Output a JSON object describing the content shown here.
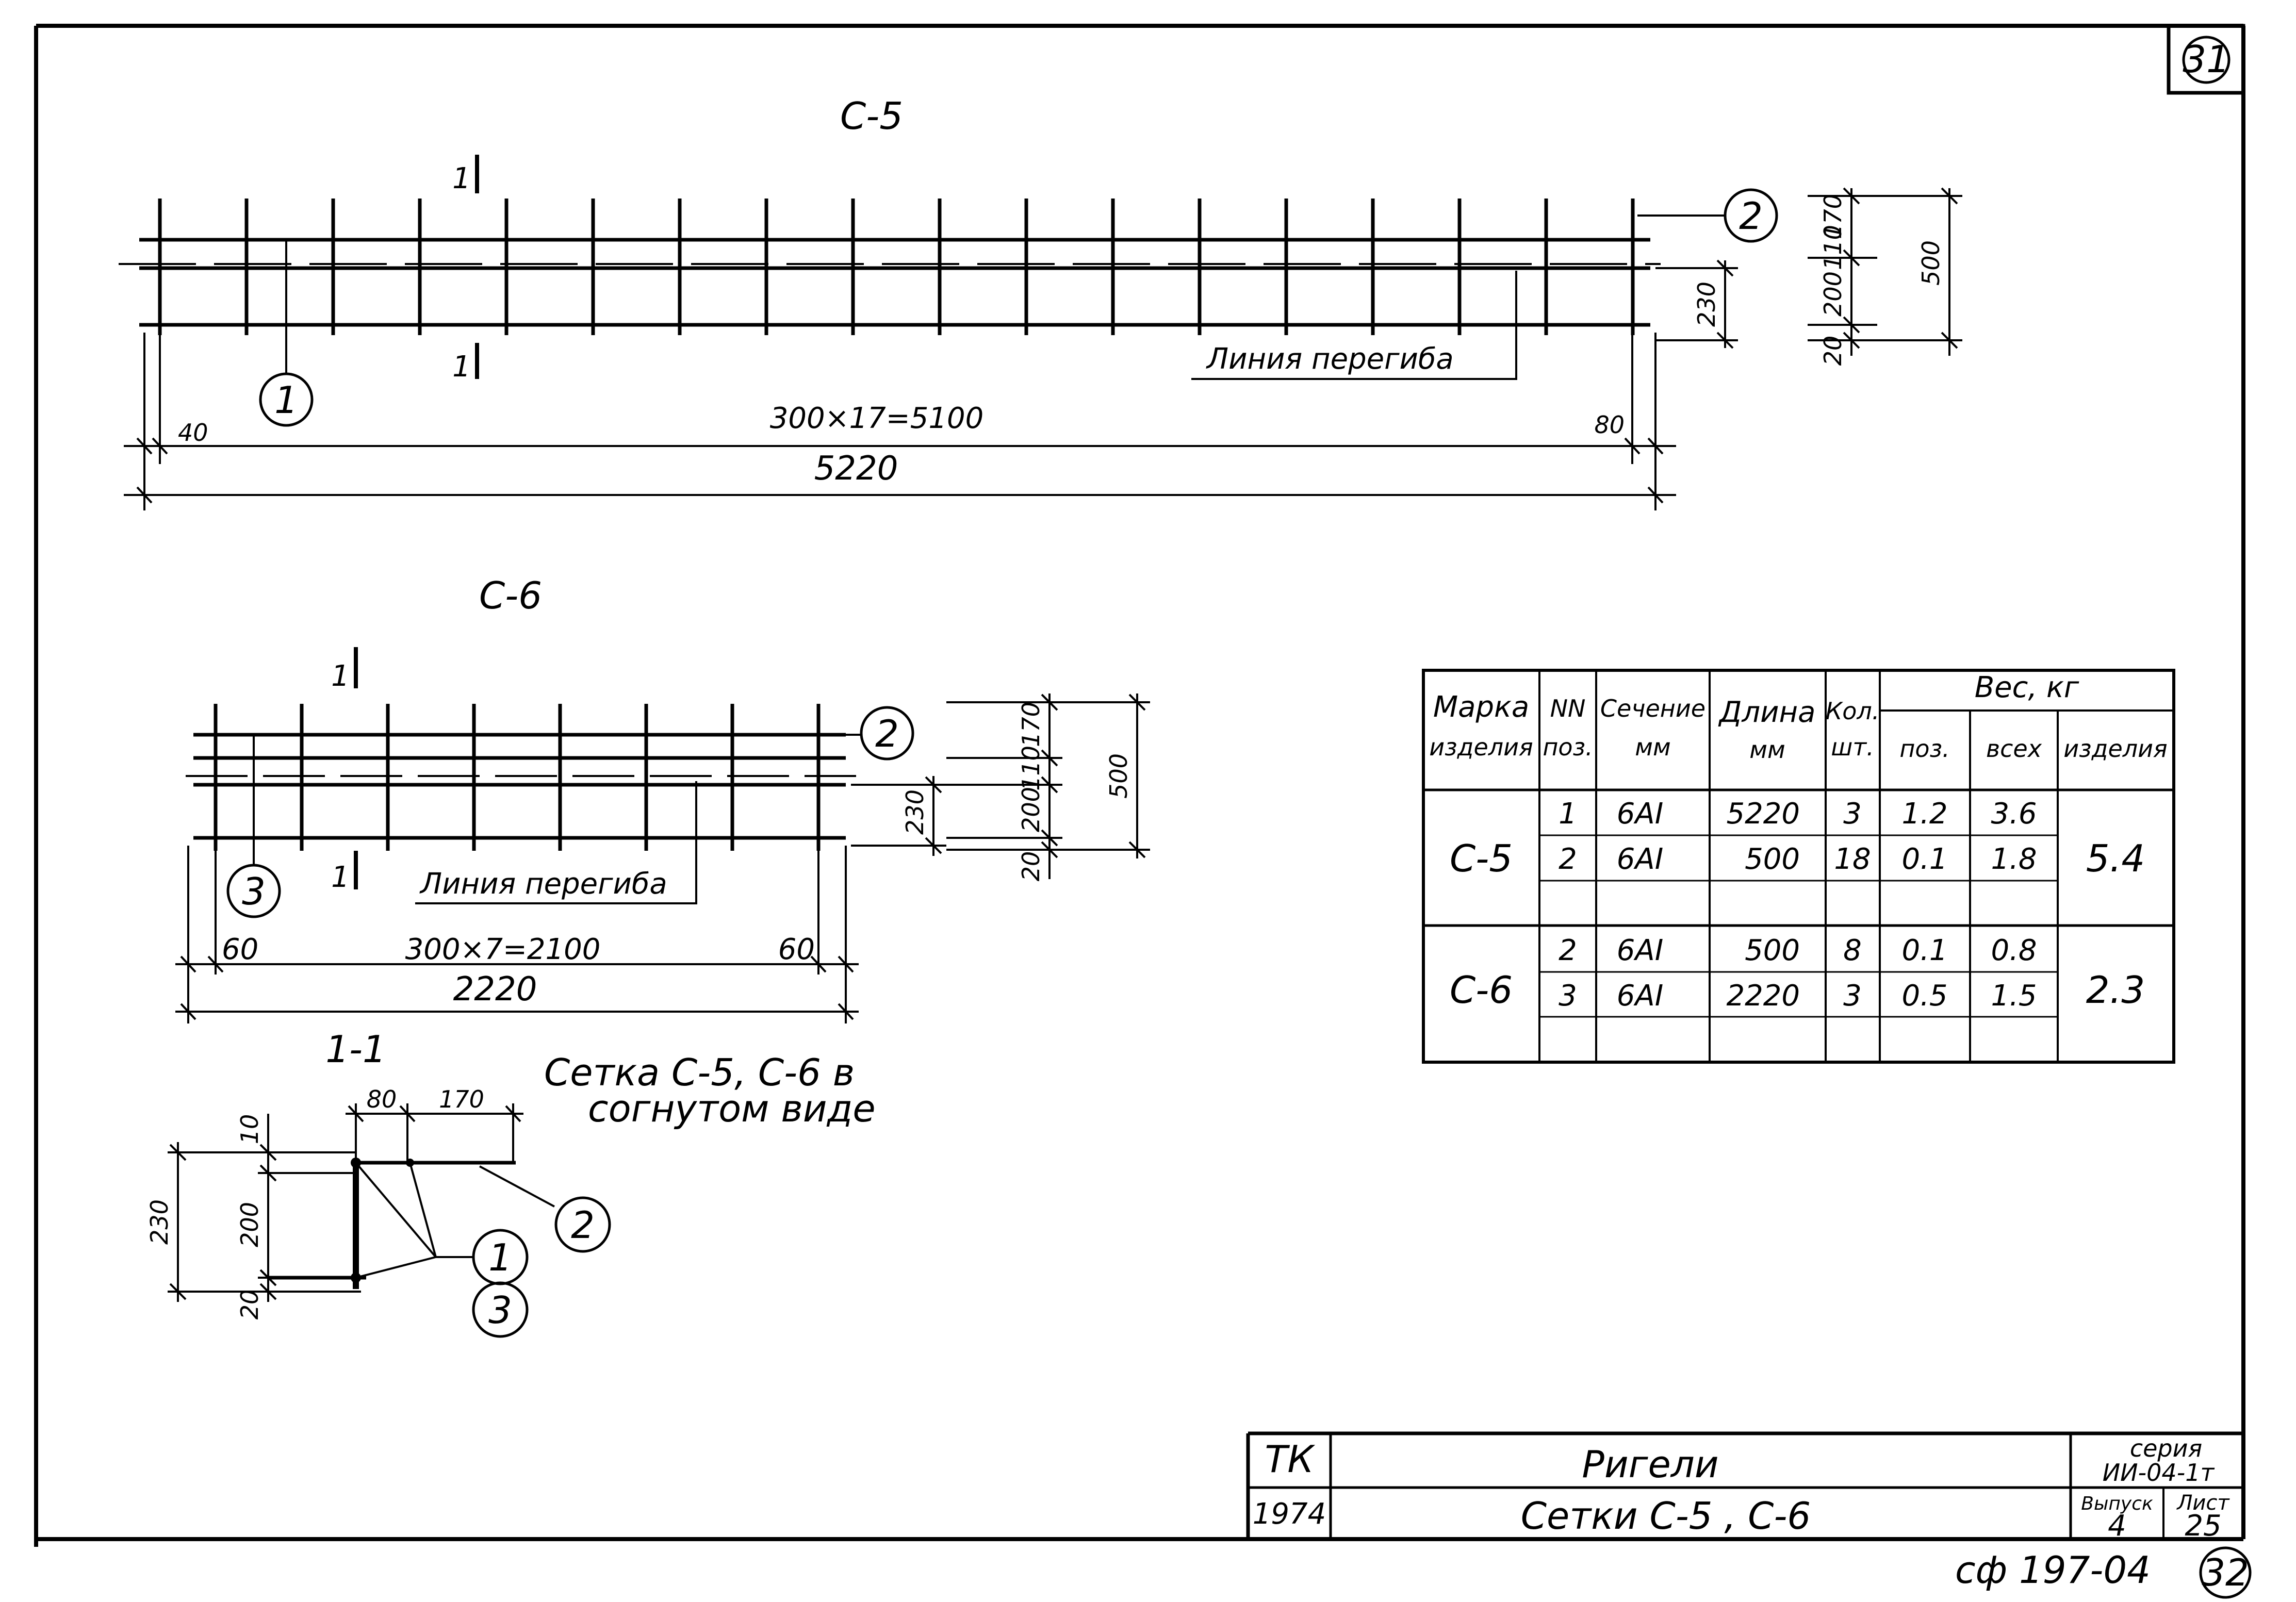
{
  "page_number": "31",
  "page_number_bottom": "32",
  "archive_code": "cф 197-04",
  "c5": {
    "title": "C-5",
    "section_mark": "1",
    "pos_bar": "1",
    "pos_long": "2",
    "bend_line": "Линия перегиба",
    "dim_span": "300×17=5100",
    "dim_total": "5220",
    "dim_left": "40",
    "dim_right": "80",
    "dim_230": "230",
    "dim_200": "200",
    "dim_20": "20",
    "dim_110": "110",
    "dim_170": "170",
    "dim_500": "500"
  },
  "c6": {
    "title": "C-6",
    "section_mark": "1",
    "pos_bar": "3",
    "pos_long": "2",
    "bend_line": "Линия перегиба",
    "dim_span": "300×7=2100",
    "dim_total": "2220",
    "dim_left": "60",
    "dim_right": "60",
    "dim_230": "230",
    "dim_200": "200",
    "dim_20": "20",
    "dim_110": "110",
    "dim_170": "170",
    "dim_500": "500"
  },
  "section": {
    "title": "1-1",
    "note_line1": "Сетка C-5, C-6 в",
    "note_line2": "согнутом виде",
    "dim_80": "80",
    "dim_170": "170",
    "dim_10": "10",
    "dim_200": "200",
    "dim_230": "230",
    "dim_20": "20",
    "callout_a": "1",
    "callout_b": "2",
    "callout_c": "3"
  },
  "spec_table": {
    "headers": {
      "mark": [
        "Марка",
        "изделия"
      ],
      "pos": [
        "NN",
        "поз."
      ],
      "section": [
        "Сечение",
        "мм"
      ],
      "length": [
        "Длина",
        "мм"
      ],
      "qty": [
        "Кол.",
        "шт."
      ],
      "weight": "Вес, кг",
      "w_pos": "поз.",
      "w_all": "всех",
      "w_item": "изделия"
    },
    "rows": [
      {
        "mark": "C-5",
        "pos": "1",
        "section": "6AI",
        "length": "5220",
        "qty": "3",
        "w_pos": "1.2",
        "w_all": "3.6",
        "w_item": "5.4"
      },
      {
        "mark": "",
        "pos": "2",
        "section": "6AI",
        "length": "500",
        "qty": "18",
        "w_pos": "0.1",
        "w_all": "1.8",
        "w_item": ""
      },
      {
        "mark": "C-6",
        "pos": "2",
        "section": "6AI",
        "length": "500",
        "qty": "8",
        "w_pos": "0.1",
        "w_all": "0.8",
        "w_item": "2.3"
      },
      {
        "mark": "",
        "pos": "3",
        "section": "6AI",
        "length": "2220",
        "qty": "3",
        "w_pos": "0.5",
        "w_all": "1.5",
        "w_item": ""
      }
    ]
  },
  "title_block": {
    "org": "ТК",
    "year": "1974",
    "name": "Ригели",
    "subject": "Сетки C-5 , C-6",
    "series_label": "серия",
    "series": "ИИ-04-1т",
    "issue_label": "Выпуск",
    "issue": "4",
    "sheet_label": "Лист",
    "sheet": "25"
  }
}
